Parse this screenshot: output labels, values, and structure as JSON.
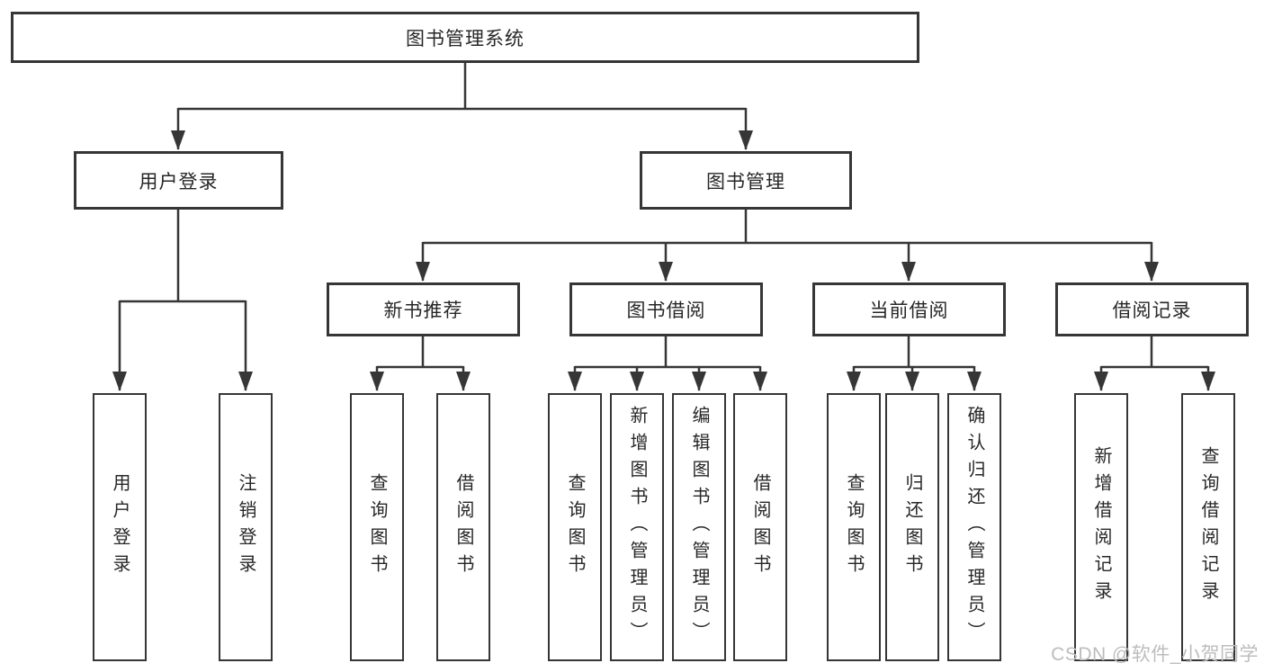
{
  "diagram": {
    "root": {
      "label": "图书管理系统"
    },
    "branches": [
      {
        "label": "用户登录",
        "children": [
          {
            "label": "用户登录"
          },
          {
            "label": "注销登录"
          }
        ]
      },
      {
        "label": "图书管理",
        "children": [
          {
            "label": "新书推荐",
            "children": [
              {
                "label": "查询图书"
              },
              {
                "label": "借阅图书"
              }
            ]
          },
          {
            "label": "图书借阅",
            "children": [
              {
                "label": "查询图书"
              },
              {
                "label": "新增图书（管理员）"
              },
              {
                "label": "编辑图书（管理员）"
              },
              {
                "label": "借阅图书"
              }
            ]
          },
          {
            "label": "当前借阅",
            "children": [
              {
                "label": "查询图书"
              },
              {
                "label": "归还图书"
              },
              {
                "label": "确认归还（管理员）"
              }
            ]
          },
          {
            "label": "借阅记录",
            "children": [
              {
                "label": "新增借阅记录"
              },
              {
                "label": "查询借阅记录"
              }
            ]
          }
        ]
      }
    ]
  },
  "watermark": {
    "text": "CSDN @软件_小贺同学"
  },
  "colors": {
    "line": "#363636",
    "box_border": "#363636",
    "box_fill": "#ffffff",
    "text": "#272727",
    "watermark": "#bdbdbd",
    "background": "#ffffff"
  }
}
